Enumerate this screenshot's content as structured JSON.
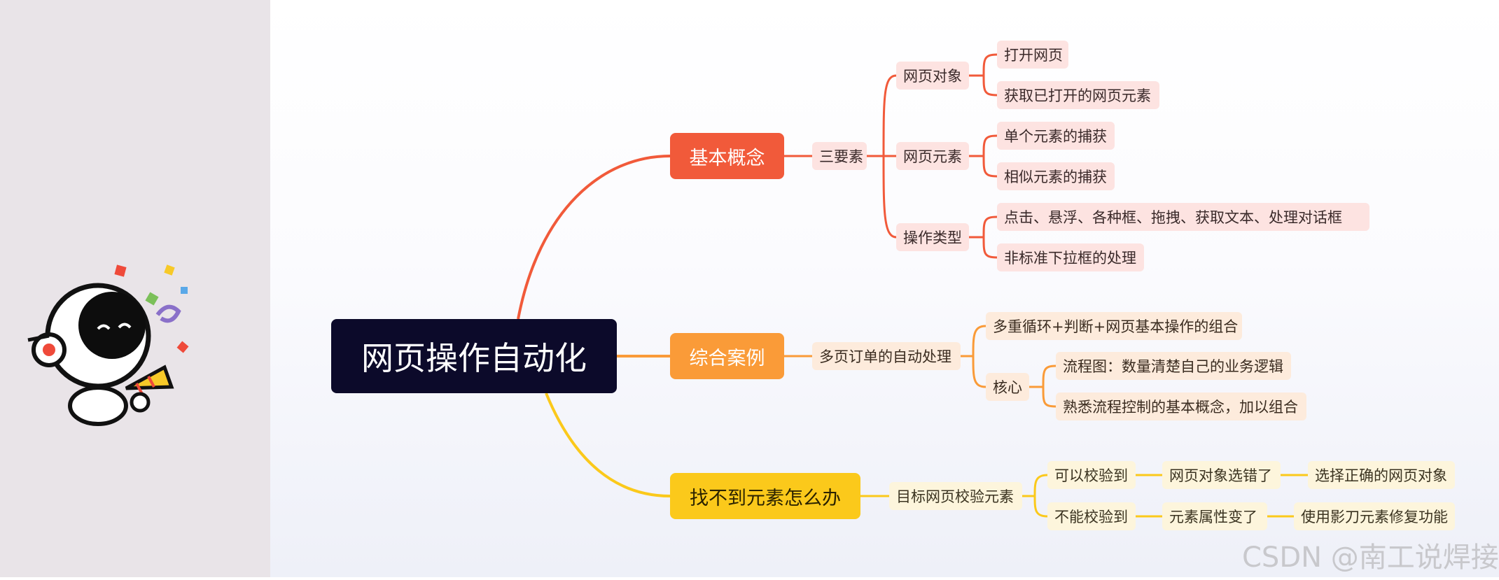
{
  "root": {
    "label": "网页操作自动化"
  },
  "branches": [
    {
      "label": "基本概念",
      "children": [
        {
          "label": "三要素",
          "children": [
            {
              "label": "网页对象",
              "children": [
                "打开网页",
                "获取已打开的网页元素"
              ]
            },
            {
              "label": "网页元素",
              "children": [
                "单个元素的捕获",
                "相似元素的捕获"
              ]
            },
            {
              "label": "操作类型",
              "children": [
                "点击、悬浮、各种框、拖拽、获取文本、处理对话框",
                "非标准下拉框的处理"
              ]
            }
          ]
        }
      ]
    },
    {
      "label": "综合案例",
      "children": [
        {
          "label": "多页订单的自动处理",
          "children": [
            {
              "label": "多重循环+判断+网页基本操作的组合"
            },
            {
              "label": "核心",
              "children": [
                "流程图：数量清楚自己的业务逻辑",
                "熟悉流程控制的基本概念，加以组合"
              ]
            }
          ]
        }
      ]
    },
    {
      "label": "找不到元素怎么办",
      "children": [
        {
          "label": "目标网页校验元素",
          "children": [
            {
              "label": "可以校验到",
              "chain": [
                "网页对象选错了",
                "选择正确的网页对象"
              ]
            },
            {
              "label": "不能校验到",
              "chain": [
                "元素属性变了",
                "使用影刀元素修复功能"
              ]
            }
          ]
        }
      ]
    }
  ],
  "colors": {
    "red": "#f15a3a",
    "orange": "#fa9b38",
    "yellow": "#fbc91b",
    "root_bg": "#0c0a2a"
  },
  "watermark": "CSDN @南工说焊接"
}
